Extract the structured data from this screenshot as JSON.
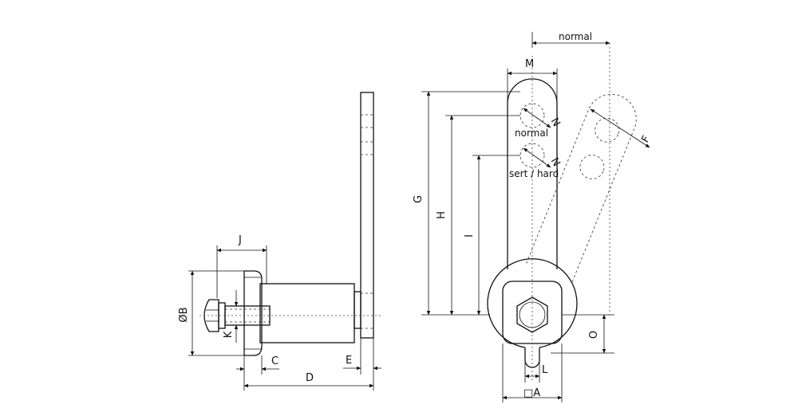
{
  "labels": {
    "normal_top": "normal",
    "M": "M",
    "N1": "N",
    "normal_hole": "normal",
    "N2": "N",
    "sert_hard": "sert / hard",
    "F": "F",
    "G": "G",
    "H": "H",
    "I": "I",
    "J": "J",
    "B": "ØB",
    "K": "K",
    "C": "C",
    "D": "D",
    "E": "E",
    "O": "O",
    "L": "L",
    "A": "□A"
  }
}
